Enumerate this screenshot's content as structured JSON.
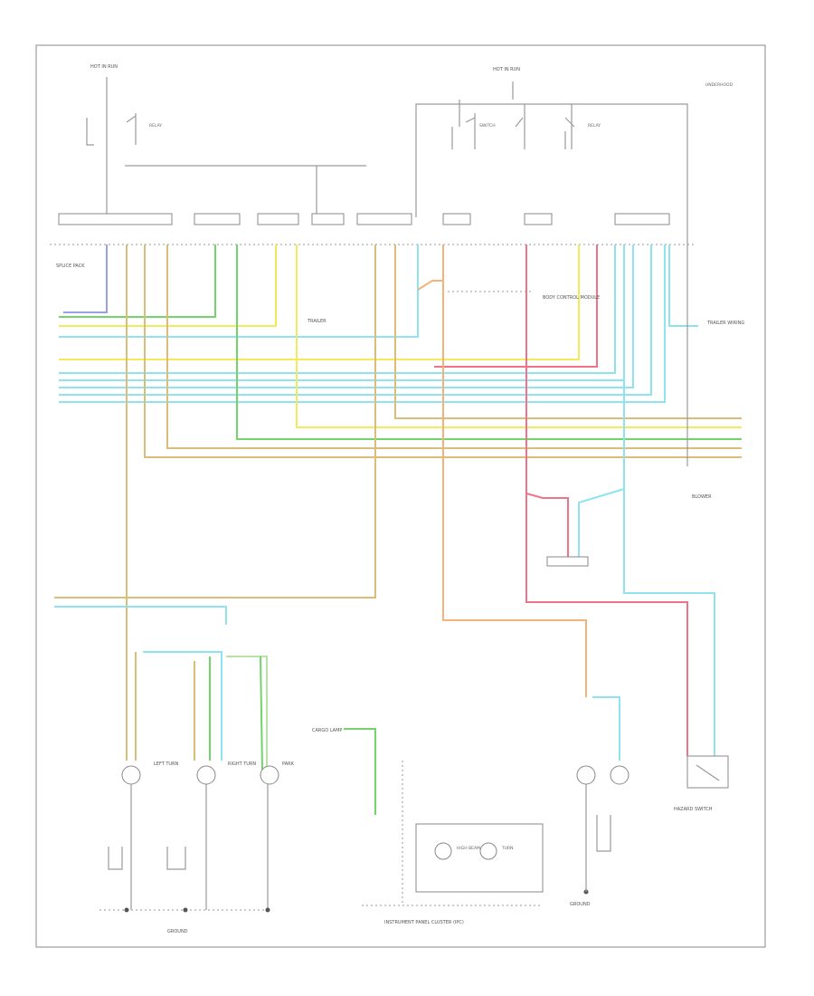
{
  "diagram": {
    "footer_label": "INSTRUMENT PANEL CLUSTER (IPC)",
    "corner_code": "",
    "labels": {
      "hot_run_left": "HOT IN RUN",
      "hot_run_right": "HOT IN RUN",
      "splice_pack": "SPLICE PACK",
      "body_control": "BODY CONTROL MODULE",
      "trailer_left": "TRAILER",
      "trailer_right": "TRAILER WIRING",
      "blower": "BLOWER",
      "underhood": "UNDERHOOD",
      "left_lamp": "LEFT TURN",
      "right_lamp": "RIGHT TURN",
      "park": "PARK",
      "high_beam": "HIGH BEAM",
      "turn": "TURN",
      "grounds": "GROUND",
      "hazard": "HAZARD SWITCH",
      "cargo": "CARGO LAMP",
      "switch": "SWITCH",
      "relay": "RELAY"
    }
  }
}
